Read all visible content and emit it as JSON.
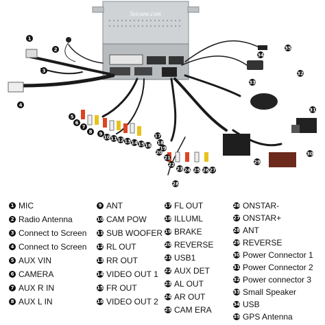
{
  "brand": "Seicane.com",
  "legend": [
    {
      "n": "1",
      "label": "MIC"
    },
    {
      "n": "2",
      "label": "Radio Antenna"
    },
    {
      "n": "3",
      "label": "Connect to Screen"
    },
    {
      "n": "4",
      "label": "Connect to Screen"
    },
    {
      "n": "5",
      "label": "AUX  VIN"
    },
    {
      "n": "6",
      "label": "CAMERA"
    },
    {
      "n": "7",
      "label": "AUX R IN"
    },
    {
      "n": "8",
      "label": "AUX L IN"
    },
    {
      "n": "9",
      "label": "ANT"
    },
    {
      "n": "10",
      "label": "CAM POW"
    },
    {
      "n": "11",
      "label": "SUB WOOFER"
    },
    {
      "n": "12",
      "label": "RL OUT"
    },
    {
      "n": "13",
      "label": "RR OUT"
    },
    {
      "n": "14",
      "label": "VIDEO OUT 1"
    },
    {
      "n": "15",
      "label": "FR OUT"
    },
    {
      "n": "16",
      "label": "VIDEO OUT 2"
    },
    {
      "n": "17",
      "label": "FL OUT"
    },
    {
      "n": "18",
      "label": "ILLUML"
    },
    {
      "n": "19",
      "label": "BRAKE"
    },
    {
      "n": "20",
      "label": "REVERSE"
    },
    {
      "n": "21",
      "label": "USB1"
    },
    {
      "n": "22",
      "label": "AUX DET"
    },
    {
      "n": "23",
      "label": "AL OUT"
    },
    {
      "n": "24",
      "label": "AR OUT"
    },
    {
      "n": "25",
      "label": "CAM ERA"
    },
    {
      "n": "26",
      "label": "ONSTAR-"
    },
    {
      "n": "27",
      "label": "ONSTAR+"
    },
    {
      "n": "28",
      "label": "ANT"
    },
    {
      "n": "29",
      "label": "REVERSE"
    },
    {
      "n": "30",
      "label": "Power Connector 1"
    },
    {
      "n": "31",
      "label": "Power Connector 2"
    },
    {
      "n": "32",
      "label": "Power connector 3"
    },
    {
      "n": "33",
      "label": "Small Speaker"
    },
    {
      "n": "34",
      "label": "USB"
    },
    {
      "n": "35",
      "label": "GPS Antenna"
    }
  ],
  "callouts": [
    "1",
    "2",
    "3",
    "4",
    "5",
    "6",
    "7",
    "8",
    "9",
    "10",
    "11",
    "12",
    "13",
    "14",
    "15",
    "16",
    "17",
    "18",
    "19",
    "20",
    "21",
    "22",
    "23",
    "24",
    "25",
    "26",
    "27",
    "28",
    "29",
    "30",
    "31",
    "32",
    "33",
    "34",
    "35"
  ]
}
